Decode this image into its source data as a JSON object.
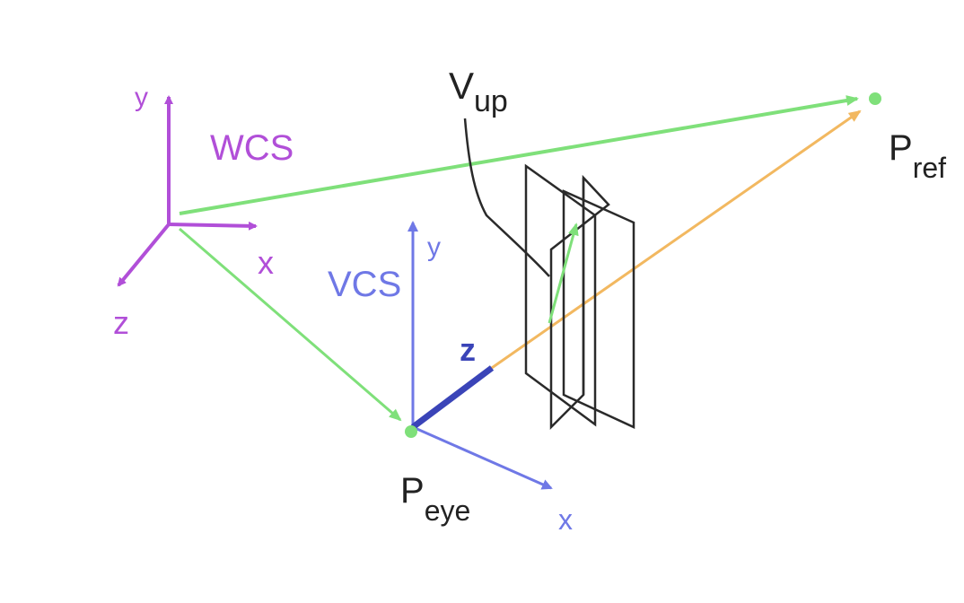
{
  "colors": {
    "wcs": "#b14fd8",
    "vcs": "#6f78e6",
    "vcs_z": "#3a44b8",
    "green": "#7fe07a",
    "orange": "#f2b860",
    "frame": "#2a2a2a"
  },
  "wcs": {
    "label": "WCS",
    "x": "x",
    "y": "y",
    "z": "z"
  },
  "vcs": {
    "label": "VCS",
    "x": "x",
    "y": "y",
    "z": "z"
  },
  "points": {
    "eye": {
      "main": "P",
      "sub": "eye"
    },
    "ref": {
      "main": "P",
      "sub": "ref"
    }
  },
  "vup": {
    "main": "V",
    "sub": "up"
  }
}
